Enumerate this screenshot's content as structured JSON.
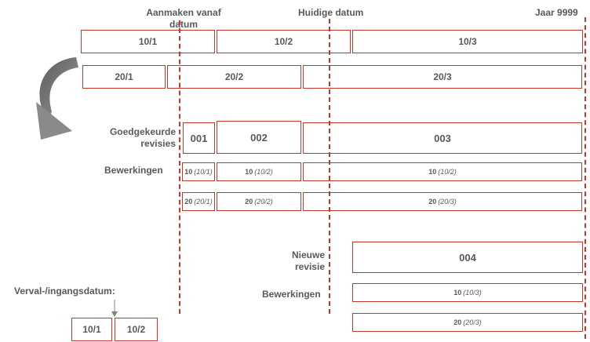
{
  "header": {
    "create_from": "Aanmaken vanaf datum",
    "current_date": "Huidige  datum",
    "year_9999": "Jaar 9999"
  },
  "row1": [
    "10/1",
    "10/2",
    "10/3"
  ],
  "row2": [
    "20/1",
    "20/2",
    "20/3"
  ],
  "approved": {
    "label_line1": "Goedgekeurde",
    "label_line2": "revisies",
    "items": [
      "001",
      "002",
      "003"
    ]
  },
  "edits": {
    "label": "Bewerkingen",
    "row10": [
      {
        "num": "10",
        "sub": "(10/1)"
      },
      {
        "num": "10",
        "sub": "(10/2)"
      },
      {
        "num": "10",
        "sub": "(10/2)"
      }
    ],
    "row20": [
      {
        "num": "20",
        "sub": "(20/1)"
      },
      {
        "num": "20",
        "sub": "(20/2)"
      },
      {
        "num": "20",
        "sub": "(20/3)"
      }
    ]
  },
  "new_revision": {
    "label_line1": "Nieuwe",
    "label_line2": "revisie",
    "item": "004",
    "edits_label": "Bewerkingen",
    "edit10": {
      "num": "10",
      "sub": "(10/3)"
    },
    "edit20": {
      "num": "20",
      "sub": "(20/3)"
    }
  },
  "legend": {
    "label": "Verval-/ingangsdatum:",
    "items": [
      "10/1",
      "10/2"
    ]
  },
  "colors": {
    "border_red": "#c0392b",
    "text_gray": "#595959",
    "arrow_gray": "#7f7f7f"
  }
}
